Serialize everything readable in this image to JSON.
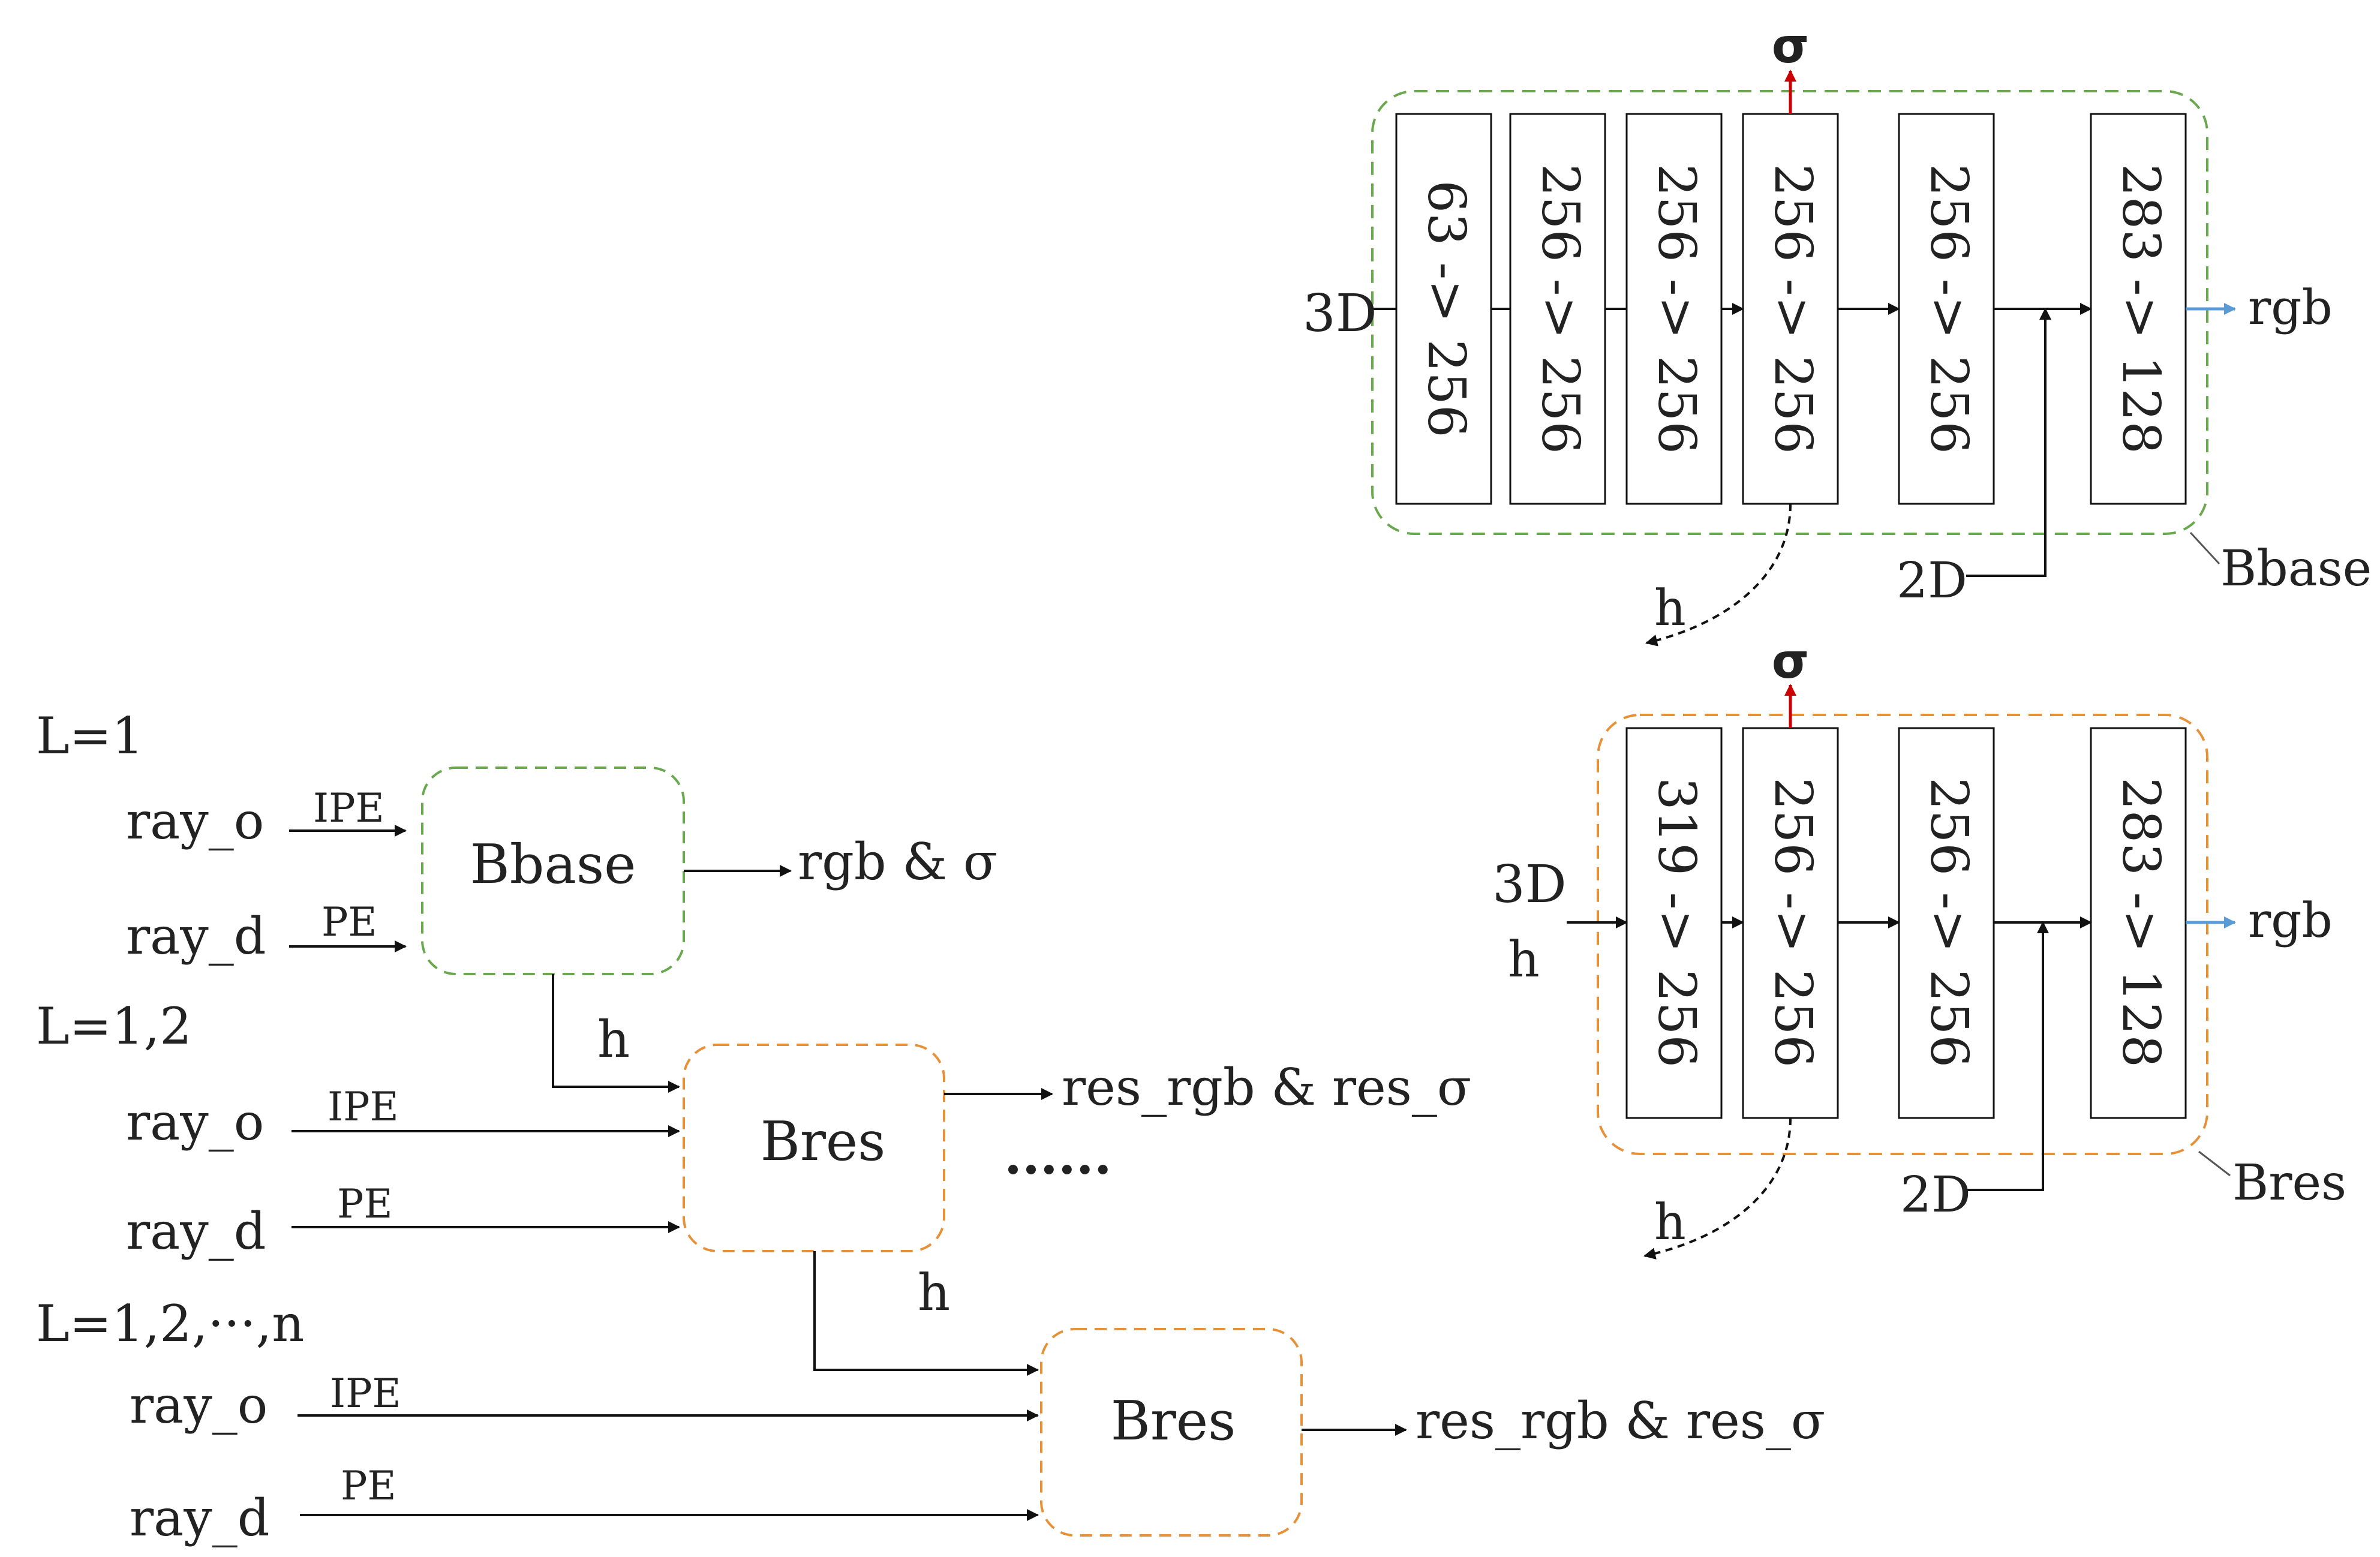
{
  "colors": {
    "base_box": "#6aa84f",
    "res_box": "#e69138",
    "sigma_arrow": "#cc0000",
    "rgb_arrow": "#5b9bd5",
    "line": "#111111"
  },
  "base_net": {
    "name": "Bbase",
    "input_3d": "3D",
    "input_2d": "2D",
    "sigma": "σ",
    "output_rgb": "rgb",
    "hidden_out": "h",
    "layers": [
      "63 -> 256",
      "256 -> 256",
      "256 -> 256",
      "256 -> 256",
      "256 -> 256",
      "283 -> 128"
    ]
  },
  "res_net": {
    "name": "Bres",
    "input_3d": "3D",
    "input_h": "h",
    "input_2d": "2D",
    "sigma": "σ",
    "output_rgb": "rgb",
    "hidden_out": "h",
    "layers": [
      "319 -> 256",
      "256 -> 256",
      "256 -> 256",
      "283 -> 128"
    ]
  },
  "pipeline": {
    "stage1": {
      "level": "L=1",
      "ray_o": "ray_o",
      "ray_d": "ray_d",
      "enc_o": "IPE",
      "enc_d": "PE",
      "block": "Bbase",
      "output": "rgb & σ"
    },
    "stage2": {
      "level": "L=1,2",
      "ray_o": "ray_o",
      "ray_d": "ray_d",
      "enc_o": "IPE",
      "enc_d": "PE",
      "h": "h",
      "block": "Bres",
      "output": "res_rgb & res_σ"
    },
    "ellipsis": "······",
    "stage3": {
      "level": "L=1,2,···,n",
      "ray_o": "ray_o",
      "ray_d": "ray_d",
      "enc_o": "IPE",
      "enc_d": "PE",
      "h": "h",
      "block": "Bres",
      "output": "res_rgb & res_σ"
    }
  }
}
